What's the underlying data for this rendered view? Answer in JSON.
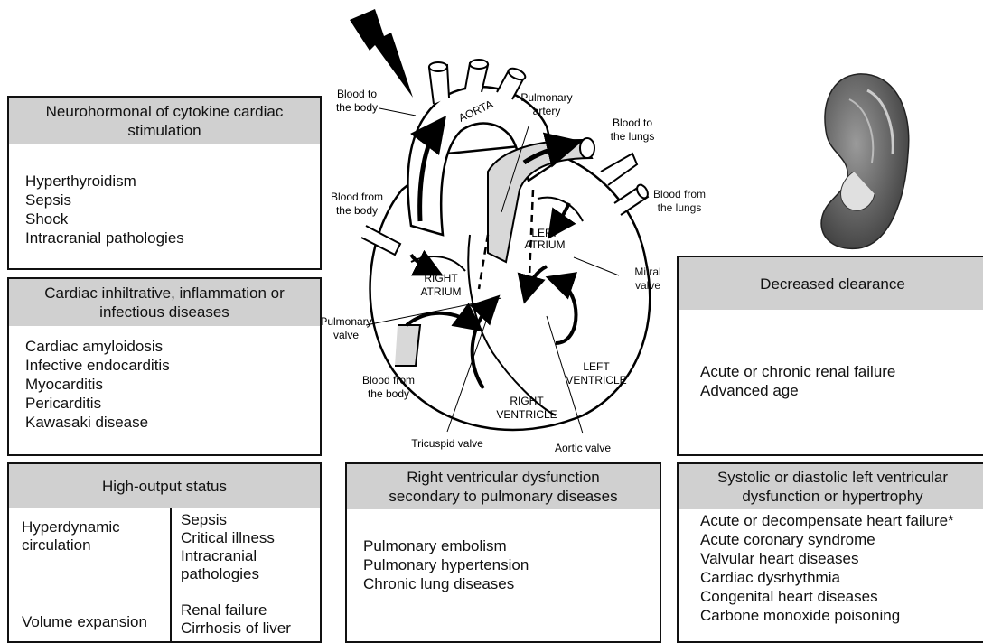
{
  "boxes": {
    "neuro": {
      "title": "Neurohormonal of cytokine cardiac stimulation",
      "items": [
        "Hyperthyroidism",
        "Sepsis",
        "Shock",
        "Intracranial pathologies"
      ]
    },
    "infiltrative": {
      "title": "Cardiac inhiltrative, inflammation or infectious diseases",
      "items": [
        "Cardiac amyloidosis",
        "Infective endocarditis",
        "Myocarditis",
        "Pericarditis",
        "Kawasaki disease"
      ]
    },
    "high_output": {
      "title": "High-output status",
      "rows": [
        {
          "category": "Hyperdynamic circulation",
          "items": [
            "Sepsis",
            "Critical illness",
            "Intracranial pathologies"
          ]
        },
        {
          "category": "Volume expansion",
          "items": [
            "Renal failure",
            "Cirrhosis of liver"
          ]
        }
      ]
    },
    "right_ventricular": {
      "title": "Right ventricular dysfunction secondary to pulmonary diseases",
      "items": [
        "Pulmonary embolism",
        "Pulmonary hypertension",
        "Chronic lung diseases"
      ]
    },
    "clearance": {
      "title": "Decreased clearance",
      "items": [
        "Acute or chronic renal failure",
        "Advanced age"
      ]
    },
    "left_ventricular": {
      "title": "Systolic or diastolic left ventricular dysfunction or hypertrophy",
      "items": [
        "Acute or decompensate heart failure*",
        "Acute coronary syndrome",
        "Valvular heart diseases",
        "Cardiac dysrhythmia",
        "Congenital heart diseases",
        "Carbone monoxide poisoning"
      ]
    }
  },
  "heart_labels": {
    "blood_to_body_1": "Blood to",
    "blood_to_body_2": "the body",
    "aorta": "AORTA",
    "pulmonary_artery_1": "Pulmonary",
    "pulmonary_artery_2": "artery",
    "blood_to_lungs_1": "Blood to",
    "blood_to_lungs_2": "the lungs",
    "blood_from_body_1": "Blood from",
    "blood_from_body_2": "the body",
    "blood_from_lungs_1": "Blood from",
    "blood_from_lungs_2": "the lungs",
    "left_atrium_1": "LEFT",
    "left_atrium_2": "ATRIUM",
    "right_atrium_1": "RIGHT",
    "right_atrium_2": "ATRIUM",
    "mitral_valve_1": "Mitral",
    "mitral_valve_2": "valve",
    "pulmonary_valve_1": "Pulmonary",
    "pulmonary_valve_2": "valve",
    "blood_from_body_lower_1": "Blood from",
    "blood_from_body_lower_2": "the body",
    "left_ventricle_1": "LEFT",
    "left_ventricle_2": "VENTRICLE",
    "right_ventricle_1": "RIGHT",
    "right_ventricle_2": "VENTRICLE",
    "tricuspid_valve": "Tricuspid valve",
    "aortic_valve": "Aortic valve"
  },
  "icons": [
    "lightning-bolt-icon",
    "heart-illustration",
    "kidney-illustration"
  ],
  "colors": {
    "header_gray": "#d0d0d0",
    "border": "#111111"
  }
}
